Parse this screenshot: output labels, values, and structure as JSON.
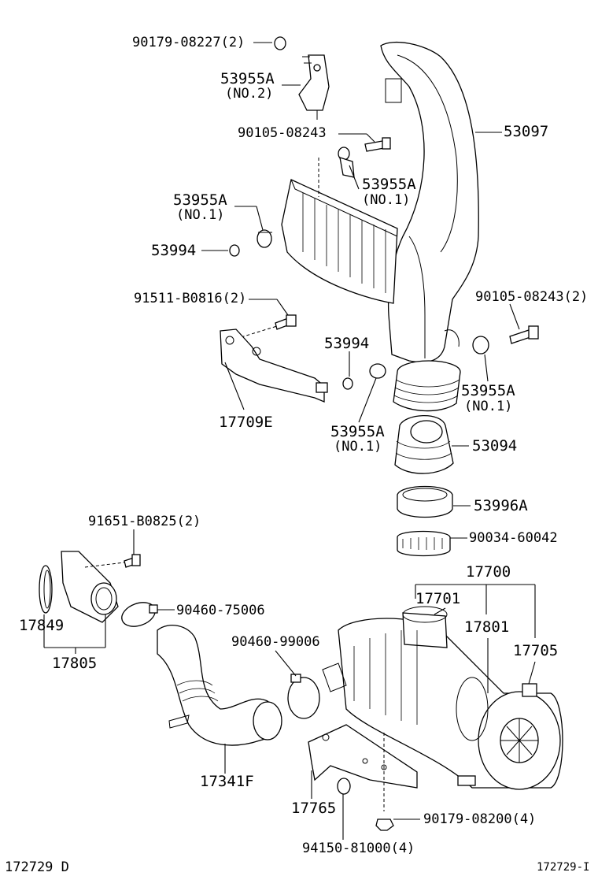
{
  "labels": {
    "p90179_08227": "90179-08227(2)",
    "p53955a_no2": "53955A",
    "p53955a_no2_sub": "(NO.2)",
    "p90105_08243": "90105-08243",
    "p53097": "53097",
    "p53955a_no1_a": "53955A",
    "p53955a_no1_a_sub": "(NO.1)",
    "p53955a_no1_b": "53955A",
    "p53955a_no1_b_sub": "(NO.1)",
    "p53994_a": "53994",
    "p91511_b0816": "91511-B0816(2)",
    "p90105_08243_2": "90105-08243(2)",
    "p53994_b": "53994",
    "p17709e": "17709E",
    "p53955a_no1_c": "53955A",
    "p53955a_no1_c_sub": "(NO.1)",
    "p53955a_no1_d": "53955A",
    "p53955a_no1_d_sub": "(NO.1)",
    "p53094": "53094",
    "p53996a": "53996A",
    "p90034_60042": "90034-60042",
    "p91651_b0825": "91651-B0825(2)",
    "p17700": "17700",
    "p17701": "17701",
    "p90460_75006": "90460-75006",
    "p17849": "17849",
    "p17801": "17801",
    "p17805": "17805",
    "p90460_99006": "90460-99006",
    "p17705": "17705",
    "p17341f": "17341F",
    "p17765": "17765",
    "p90179_08200": "90179-08200(4)",
    "p94150_81000": "94150-81000(4)",
    "code_left": "172729 D",
    "code_right": "172729-I"
  }
}
